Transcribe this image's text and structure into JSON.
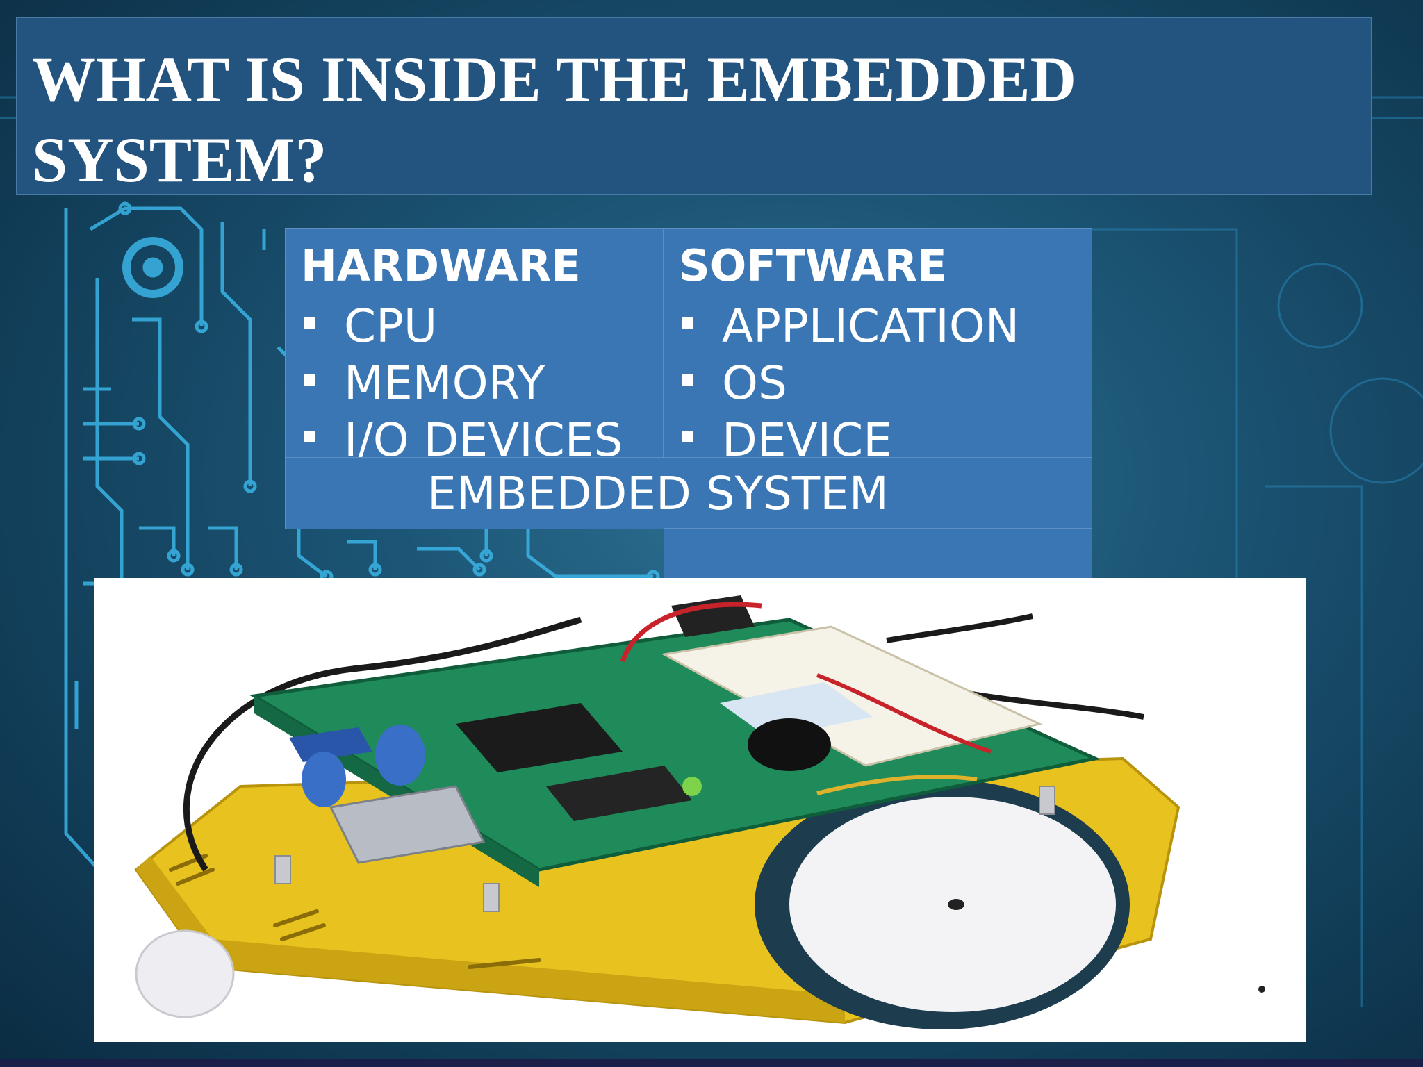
{
  "slide": {
    "title": "WHAT IS INSIDE THE EMBEDDED SYSTEM?",
    "colors": {
      "title_bg": "#23537f",
      "table_bg": "#3a76b3",
      "background": "#123f5a",
      "circuit_lines": "#3ab4e6"
    }
  },
  "table": {
    "hardware": {
      "heading": "HARDWARE",
      "items": [
        "CPU",
        "MEMORY",
        "I/O DEVICES"
      ]
    },
    "software": {
      "heading": "SOFTWARE",
      "items": [
        "APPLICATION",
        "OS",
        "DEVICE"
      ]
    },
    "footer": "EMBEDDED SYSTEM"
  },
  "image": {
    "subject": "robot-kit-photo"
  }
}
